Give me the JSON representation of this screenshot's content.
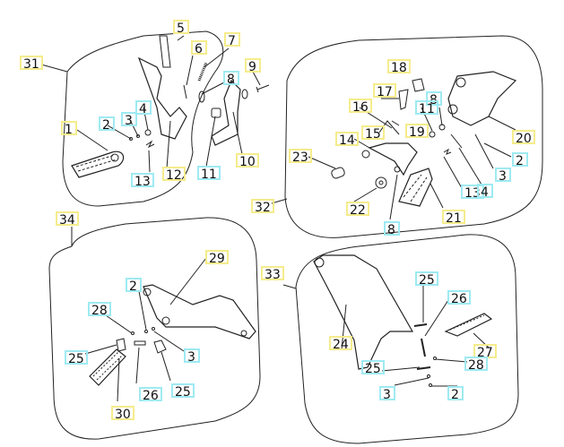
{
  "title": "Footrest assembly exploded parts diagram",
  "colors": {
    "callout_yellow": "#f5ec8c",
    "callout_cyan": "#9eeaf2",
    "line": "#222222"
  },
  "callouts": [
    {
      "text": "31",
      "style": "yellow"
    },
    {
      "text": "5",
      "style": "yellow"
    },
    {
      "text": "6",
      "style": "yellow"
    },
    {
      "text": "7",
      "style": "yellow"
    },
    {
      "text": "9",
      "style": "yellow"
    },
    {
      "text": "8",
      "style": "cyan"
    },
    {
      "text": "4",
      "style": "cyan"
    },
    {
      "text": "3",
      "style": "cyan"
    },
    {
      "text": "2",
      "style": "cyan"
    },
    {
      "text": "1",
      "style": "yellow"
    },
    {
      "text": "12",
      "style": "yellow"
    },
    {
      "text": "13",
      "style": "cyan"
    },
    {
      "text": "11",
      "style": "cyan"
    },
    {
      "text": "10",
      "style": "yellow"
    },
    {
      "text": "18",
      "style": "yellow"
    },
    {
      "text": "17",
      "style": "yellow"
    },
    {
      "text": "16",
      "style": "yellow"
    },
    {
      "text": "8",
      "style": "cyan"
    },
    {
      "text": "11",
      "style": "cyan"
    },
    {
      "text": "19",
      "style": "yellow"
    },
    {
      "text": "15",
      "style": "yellow"
    },
    {
      "text": "14",
      "style": "yellow"
    },
    {
      "text": "20",
      "style": "yellow"
    },
    {
      "text": "23",
      "style": "yellow"
    },
    {
      "text": "2",
      "style": "cyan"
    },
    {
      "text": "3",
      "style": "cyan"
    },
    {
      "text": "13",
      "style": "cyan"
    },
    {
      "text": "4",
      "style": "cyan"
    },
    {
      "text": "22",
      "style": "yellow"
    },
    {
      "text": "21",
      "style": "yellow"
    },
    {
      "text": "32",
      "style": "yellow"
    },
    {
      "text": "8",
      "style": "cyan"
    },
    {
      "text": "34",
      "style": "yellow"
    },
    {
      "text": "29",
      "style": "yellow"
    },
    {
      "text": "2",
      "style": "cyan"
    },
    {
      "text": "28",
      "style": "cyan"
    },
    {
      "text": "25",
      "style": "cyan"
    },
    {
      "text": "3",
      "style": "cyan"
    },
    {
      "text": "26",
      "style": "cyan"
    },
    {
      "text": "25",
      "style": "cyan"
    },
    {
      "text": "30",
      "style": "yellow"
    },
    {
      "text": "33",
      "style": "yellow"
    },
    {
      "text": "25",
      "style": "cyan"
    },
    {
      "text": "26",
      "style": "cyan"
    },
    {
      "text": "24",
      "style": "yellow"
    },
    {
      "text": "27",
      "style": "yellow"
    },
    {
      "text": "25",
      "style": "cyan"
    },
    {
      "text": "28",
      "style": "cyan"
    },
    {
      "text": "3",
      "style": "cyan"
    },
    {
      "text": "2",
      "style": "cyan"
    }
  ]
}
